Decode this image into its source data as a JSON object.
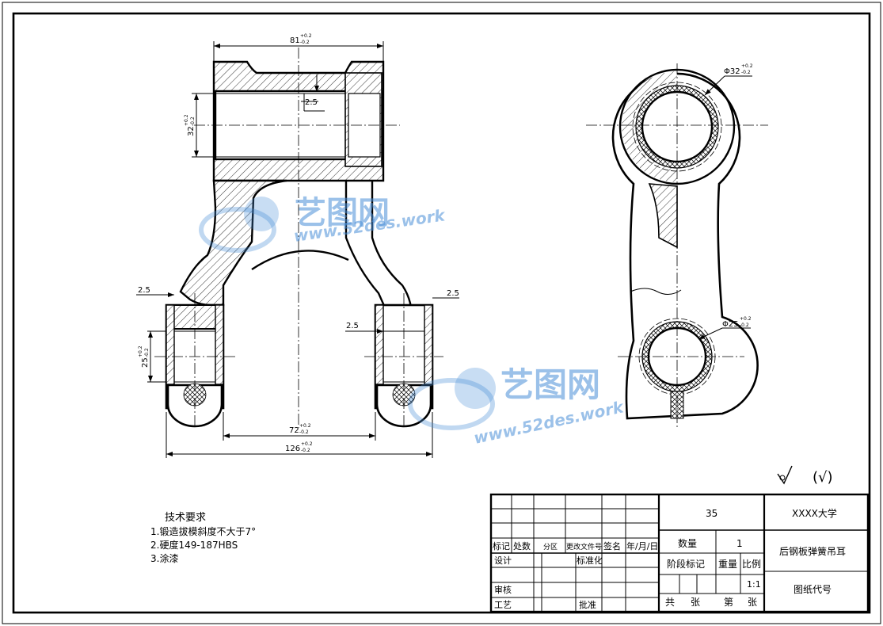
{
  "drawing": {
    "dimensions": {
      "top_width": "81",
      "top_width_tol_upper": "+0.2",
      "top_width_tol_lower": "-0.2",
      "bore_dia": "32",
      "bore_dia_tol_upper": "+0.2",
      "bore_dia_tol_lower": "-0.2",
      "wall_top": "2.5",
      "wall_left": "2.5",
      "wall_right": "2.5",
      "wall_inner": "2.5",
      "lower_bore": "25",
      "lower_bore_tol_upper": "+0.2",
      "lower_bore_tol_lower": "-0.2",
      "inner_span": "72",
      "inner_span_tol_upper": "+0.2",
      "inner_span_tol_lower": "-0.2",
      "outer_span": "126",
      "outer_span_tol_upper": "+0.2",
      "outer_span_tol_lower": "-0.2",
      "side_top_dia": "Φ32",
      "side_top_dia_tol_upper": "+0.2",
      "side_top_dia_tol_lower": "-0.2",
      "side_bottom_dia": "Φ25",
      "side_bottom_dia_tol_upper": "+0.2",
      "side_bottom_dia_tol_lower": "-0.2"
    },
    "watermark": {
      "brand": "艺图网",
      "url": "www.52des.work"
    },
    "surface_symbol": "(√)"
  },
  "tech_requirements": {
    "title": "技术要求",
    "items": [
      "1.锻造拔模斜度不大于7°",
      "2.硬度149-187HBS",
      "3.涂漆"
    ]
  },
  "title_block": {
    "material": "35",
    "school": "XXXX大学",
    "part_name": "后钢板弹簧吊耳",
    "drawing_no_label": "图纸代号",
    "quantity_label": "数量",
    "quantity_value": "1",
    "stage_label": "阶段标记",
    "weight_label": "重量",
    "scale_label": "比例",
    "scale_value": "1:1",
    "total_label": "共",
    "sheet_label": "张",
    "no_label": "第",
    "sheet_label2": "张",
    "rev_headers": [
      "标记",
      "处数",
      "分区",
      "更改文件号",
      "签名",
      "年/月/日"
    ],
    "design_label": "设计",
    "standard_label": "标准化",
    "review_label": "审核",
    "process_label": "工艺",
    "approve_label": "批准"
  }
}
